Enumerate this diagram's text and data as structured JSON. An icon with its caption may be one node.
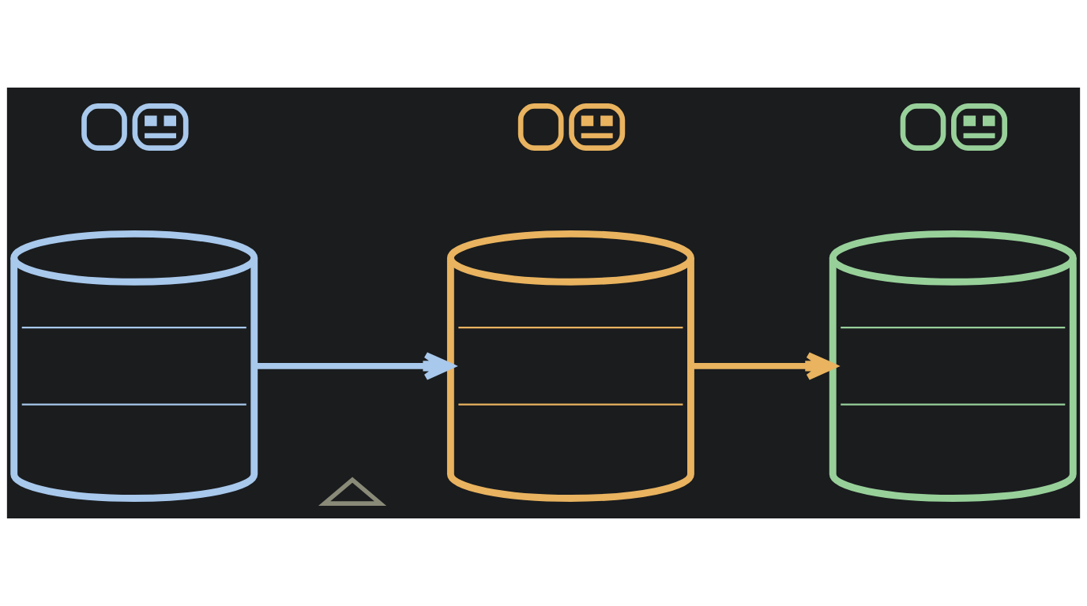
{
  "diagram": {
    "nodes": [
      {
        "text": [],
        "shape": "picture"
      },
      {
        "text": [],
        "shape": "picture"
      },
      {
        "text": [],
        "shape": "picture"
      },
      {
        "text": [],
        "shape": "cylinder"
      },
      {
        "text": [],
        "shape": "cylinder"
      },
      {
        "text": [],
        "shape": "cylinder"
      },
      {
        "text": [],
        "shape": "chevron"
      }
    ],
    "edges": [
      {
        "from": 3,
        "to": 4,
        "arrow": "to",
        "color": "#a8c8ec"
      },
      {
        "from": 4,
        "to": 5,
        "arrow": "to",
        "color": "#e9b35f"
      }
    ]
  }
}
